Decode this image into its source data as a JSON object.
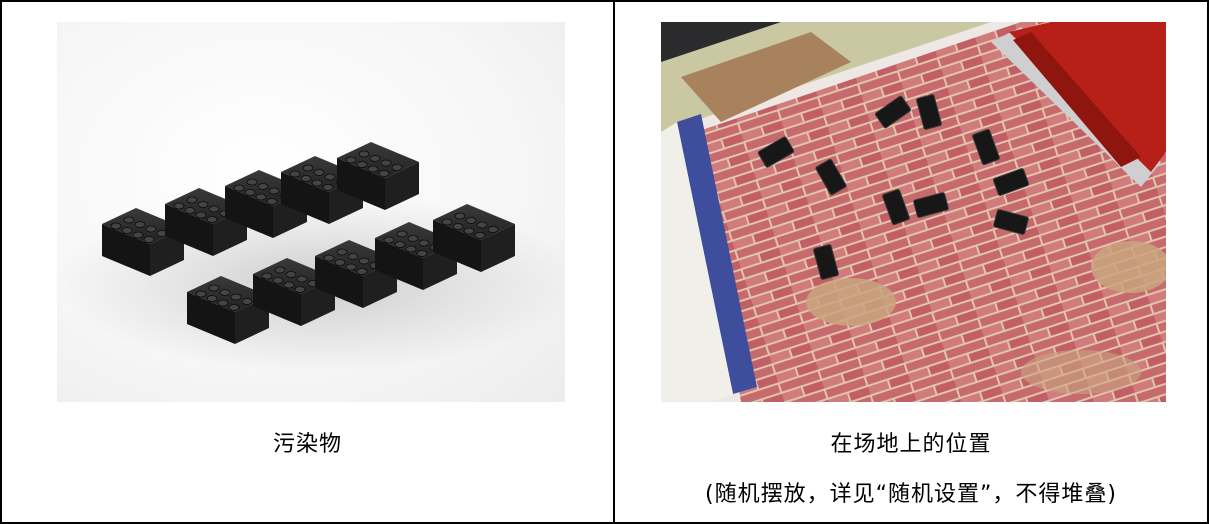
{
  "left_cell": {
    "caption": "污染物"
  },
  "right_cell": {
    "caption": "在场地上的位置",
    "note": "(随机摆放，详见“随机设置”，不得堆叠)"
  },
  "colors": {
    "border": "#000000",
    "brick_red": "#c9646a",
    "mortar": "#e6c9b2",
    "lego_black": "#1b1b1b",
    "blue_strip": "#3f4e9c",
    "red_lego": "#c0241c"
  },
  "icons": [
    "lego-bricks-image",
    "field-photo-image"
  ]
}
